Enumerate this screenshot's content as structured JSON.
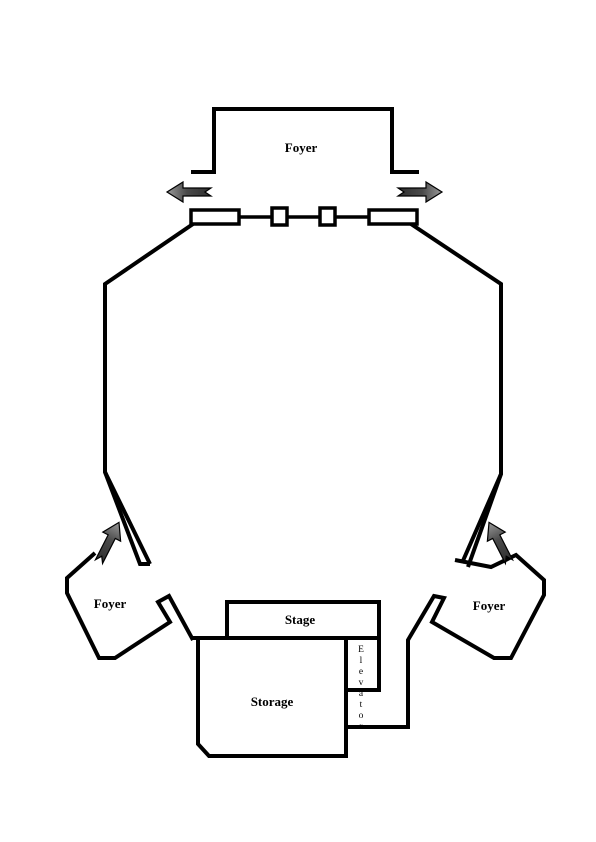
{
  "rooms": {
    "foyer_top": "Foyer",
    "foyer_left": "Foyer",
    "foyer_right": "Foyer",
    "stage": "Stage",
    "storage": "Storage",
    "elevator": "Elevator"
  },
  "colors": {
    "wall": "#000000",
    "arrow_dark": "#3a3a3a",
    "arrow_light": "#8a8a8a",
    "background": "#ffffff"
  },
  "icons": {
    "exit_arrow": "exit-arrow-icon"
  }
}
